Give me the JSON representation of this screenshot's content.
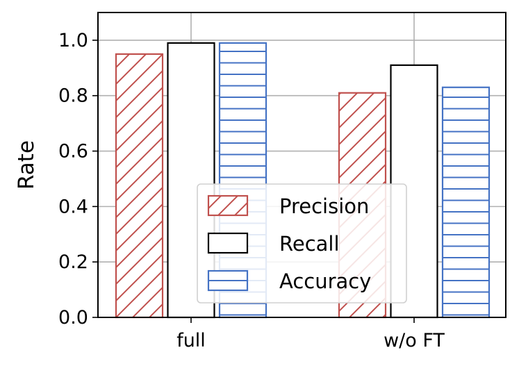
{
  "chart_data": {
    "type": "bar",
    "categories": [
      "full",
      "w/o FT"
    ],
    "series": [
      {
        "name": "Precision",
        "values": [
          0.95,
          0.81
        ],
        "color": "#c0504d",
        "pattern": "diagonal"
      },
      {
        "name": "Recall",
        "values": [
          0.99,
          0.91
        ],
        "color": "#000000",
        "pattern": "none"
      },
      {
        "name": "Accuracy",
        "values": [
          0.99,
          0.83
        ],
        "color": "#4472c4",
        "pattern": "horizontal"
      }
    ],
    "ylabel": "Rate",
    "xlabel": "",
    "title": "",
    "ylim": [
      0,
      1.1
    ],
    "yticks": [
      "0.0",
      "0.2",
      "0.4",
      "0.6",
      "0.8",
      "1.0"
    ],
    "grid": true,
    "legend_position": "lower-center"
  }
}
